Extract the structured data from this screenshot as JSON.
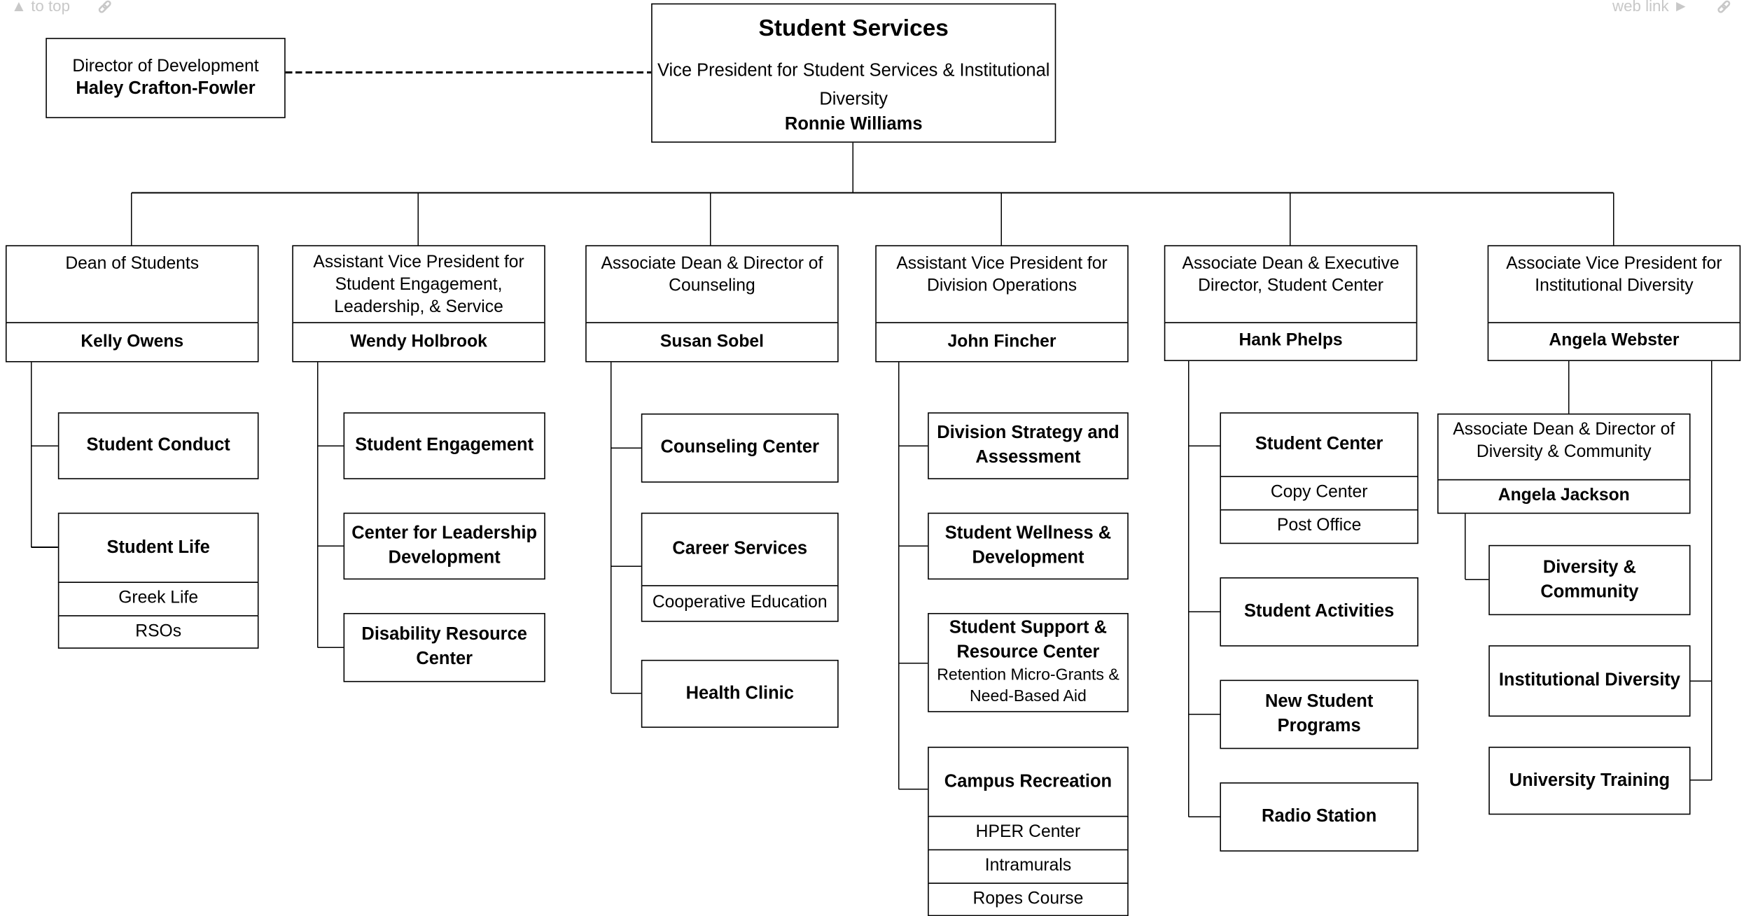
{
  "nav": {
    "to_top": "▲ to top",
    "web_link": "web link ►"
  },
  "title": "Student Services",
  "vp": {
    "title": "Vice President for Student Services & Institutional Diversity",
    "name": "Ronnie Williams"
  },
  "development": {
    "title": "Director of Development",
    "name": "Haley Crafton-Fowler"
  },
  "columns": [
    {
      "title": "Dean of Students",
      "name": "Kelly Owens",
      "units": [
        {
          "name": "Student Conduct",
          "subs": []
        },
        {
          "name": "Student Life",
          "subs": [
            "Greek Life",
            "RSOs"
          ]
        }
      ]
    },
    {
      "title": "Assistant Vice President for Student Engagement, Leadership, & Service",
      "name": "Wendy Holbrook",
      "units": [
        {
          "name": "Student Engagement",
          "subs": []
        },
        {
          "name": "Center for Leadership Development",
          "subs": []
        },
        {
          "name": "Disability Resource Center",
          "subs": []
        }
      ]
    },
    {
      "title": "Associate Dean & Director of Counseling",
      "name": "Susan Sobel",
      "units": [
        {
          "name": "Counseling Center",
          "subs": []
        },
        {
          "name": "Career Services",
          "subs": [
            "Cooperative Education"
          ]
        },
        {
          "name": "Health Clinic",
          "subs": []
        }
      ]
    },
    {
      "title": "Assistant Vice President for Division Operations",
      "name": "John Fincher",
      "units": [
        {
          "name": "Division Strategy and Assessment",
          "subs": []
        },
        {
          "name": "Student Wellness & Development",
          "subs": []
        },
        {
          "name": "Student Support & Resource Center",
          "note": "Retention Micro-Grants & Need-Based Aid",
          "subs": []
        },
        {
          "name": "Campus Recreation",
          "subs": [
            "HPER Center",
            "Intramurals",
            "Ropes Course"
          ]
        }
      ]
    },
    {
      "title": "Associate Dean & Executive Director, Student Center",
      "name": "Hank Phelps",
      "units": [
        {
          "name": "Student Center",
          "subs": [
            "Copy Center",
            "Post Office"
          ]
        },
        {
          "name": "Student Activities",
          "subs": []
        },
        {
          "name": "New Student Programs",
          "subs": []
        },
        {
          "name": "Radio Station",
          "subs": []
        }
      ]
    },
    {
      "title": "Associate Vice President for Institutional Diversity",
      "name": "Angela Webster",
      "sub_manager": {
        "title": "Associate Dean & Director of Diversity & Community",
        "name": "Angela Jackson",
        "units": [
          {
            "name": "Diversity & Community",
            "subs": []
          }
        ]
      },
      "units": [
        {
          "name": "Institutional Diversity",
          "subs": []
        },
        {
          "name": "University Training",
          "subs": []
        }
      ]
    }
  ],
  "colors": {
    "line": "#000000",
    "box_border": "#000000",
    "nav_text": "#c8c8c8"
  },
  "icons": [
    "up-arrow-icon",
    "link-icon",
    "right-arrow-icon"
  ]
}
